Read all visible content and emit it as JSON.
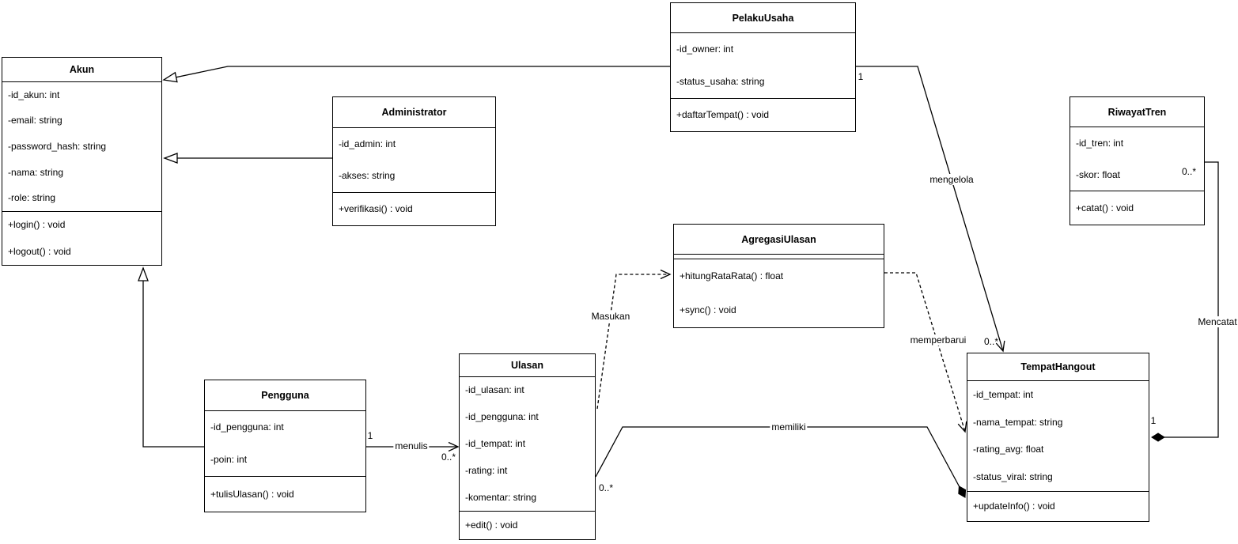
{
  "diagram": {
    "colors": {
      "line": "#000000",
      "box_fill": "#ffffff",
      "text": "#000000",
      "background": "#ffffff"
    },
    "classes": {
      "akun": {
        "title": "Akun",
        "attributes": [
          "-id_akun: int",
          "-email: string",
          "-password_hash: string",
          "-nama: string",
          "-role: string"
        ],
        "methods": [
          "+login() : void",
          "+logout() : void"
        ]
      },
      "administrator": {
        "title": "Administrator",
        "attributes": [
          "-id_admin: int",
          "-akses: string"
        ],
        "methods": [
          "+verifikasi() : void"
        ]
      },
      "pelaku_usaha": {
        "title": "PelakuUsaha",
        "attributes": [
          "-id_owner: int",
          "-status_usaha: string"
        ],
        "methods": [
          "+daftarTempat() : void"
        ]
      },
      "riwayat_tren": {
        "title": "RiwayatTren",
        "attributes": [
          "-id_tren: int",
          "-skor: float"
        ],
        "methods": [
          "+catat() : void"
        ]
      },
      "agregasi_ulasan": {
        "title": "AgregasiUlasan",
        "attributes": [],
        "methods": [
          "+hitungRataRata() : float",
          "+sync() : void"
        ]
      },
      "ulasan": {
        "title": "Ulasan",
        "attributes": [
          "-id_ulasan: int",
          "-id_pengguna: int",
          "-id_tempat: int",
          "-rating: int",
          "-komentar: string"
        ],
        "methods": [
          "+edit() : void"
        ]
      },
      "pengguna": {
        "title": "Pengguna",
        "attributes": [
          "-id_pengguna: int",
          "-poin: int"
        ],
        "methods": [
          "+tulisUlasan() : void"
        ]
      },
      "tempat_hangout": {
        "title": "TempatHangout",
        "attributes": [
          "-id_tempat: int",
          "-nama_tempat: string",
          "-rating_avg: float",
          "-status_viral: string"
        ],
        "methods": [
          "+updateInfo() : void"
        ]
      }
    },
    "edges": {
      "menulis": {
        "label": "menulis",
        "source_multiplicity": "1",
        "target_multiplicity": "0..*"
      },
      "mengelola": {
        "label": "mengelola",
        "source_multiplicity": "1",
        "target_multiplicity": "0..*"
      },
      "masukan": {
        "label": "Masukan"
      },
      "memperbarui": {
        "label": "memperbarui"
      },
      "memiliki": {
        "label": "memiliki",
        "source_multiplicity": "0..*"
      },
      "mencatat": {
        "label": "Mencatat",
        "source_multiplicity": "0..*",
        "target_multiplicity": "1"
      }
    }
  }
}
